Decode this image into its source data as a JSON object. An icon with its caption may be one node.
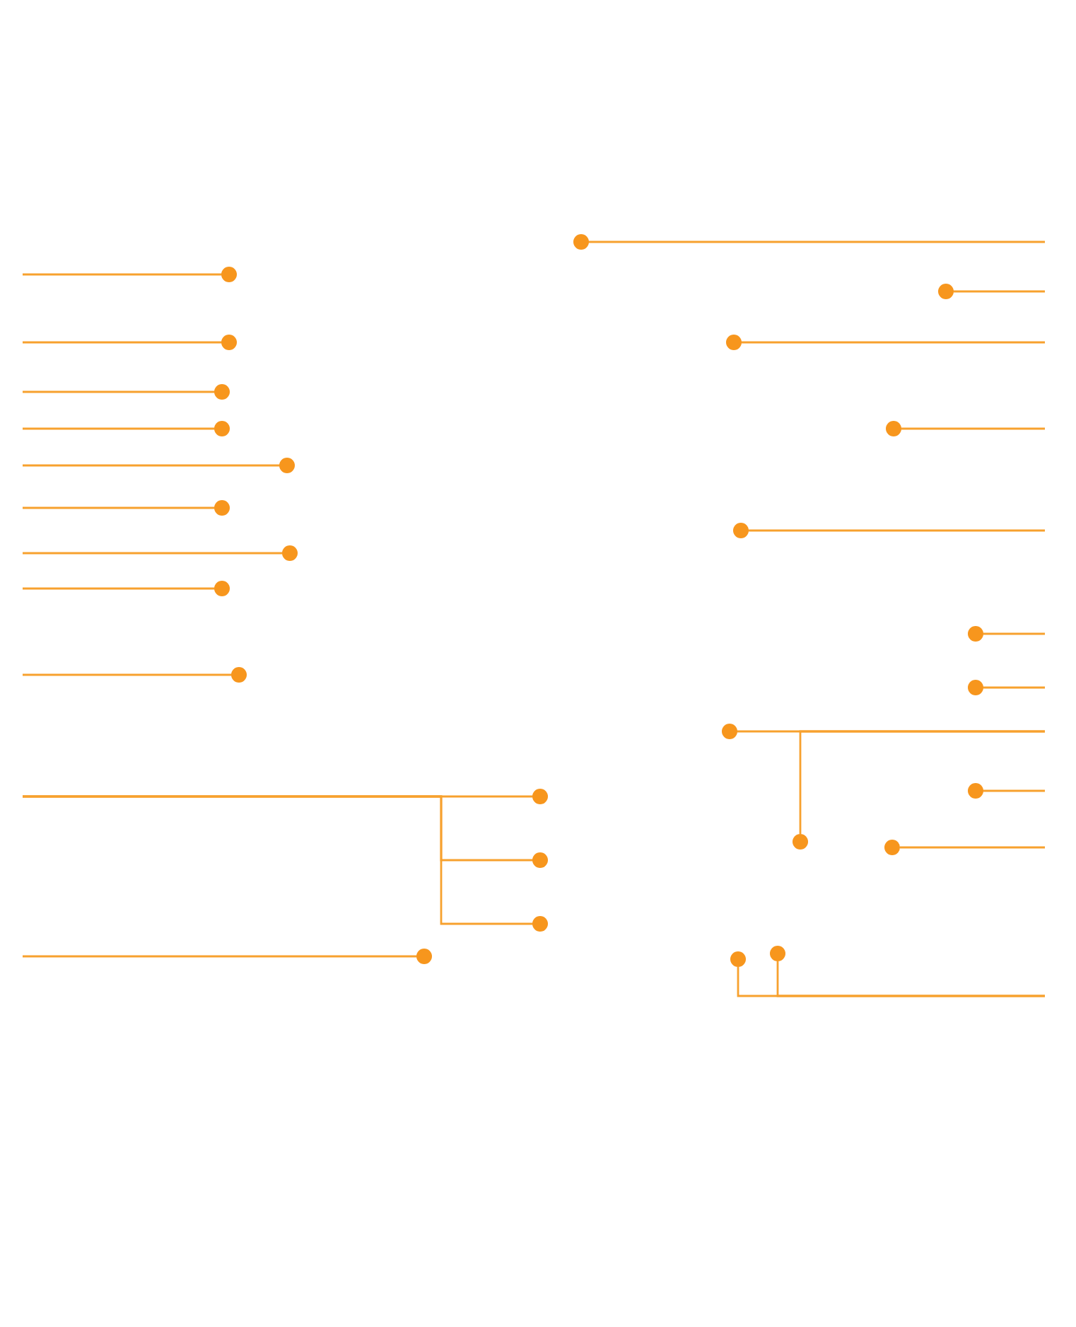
{
  "diagram": {
    "nodes": [
      {
        "text": [],
        "shape": "circle"
      },
      {
        "text": [],
        "shape": "circle"
      },
      {
        "text": [],
        "shape": "circle"
      },
      {
        "text": [],
        "shape": "circle"
      },
      {
        "text": [],
        "shape": "circle"
      },
      {
        "text": [],
        "shape": "circle"
      },
      {
        "text": [],
        "shape": "circle"
      },
      {
        "text": [],
        "shape": "circle"
      },
      {
        "text": [],
        "shape": "circle"
      },
      {
        "text": [],
        "shape": "circle"
      },
      {
        "text": [],
        "shape": "circle"
      },
      {
        "text": [],
        "shape": "circle"
      },
      {
        "text": [],
        "shape": "circle"
      },
      {
        "text": [],
        "shape": "circle"
      },
      {
        "text": [],
        "shape": "circle"
      },
      {
        "text": [],
        "shape": "circle"
      },
      {
        "text": [],
        "shape": "circle"
      },
      {
        "text": [],
        "shape": "circle"
      },
      {
        "text": [],
        "shape": "circle"
      },
      {
        "text": [],
        "shape": "circle"
      },
      {
        "text": [],
        "shape": "circle"
      },
      {
        "text": [],
        "shape": "circle"
      },
      {
        "text": [],
        "shape": "circle"
      },
      {
        "text": [],
        "shape": "circle"
      },
      {
        "text": [],
        "shape": "circle"
      },
      {
        "text": [],
        "shape": "circle"
      }
    ],
    "edges": [
      {
        "from": null,
        "to": 0,
        "arrow": "none"
      },
      {
        "from": null,
        "to": 1,
        "arrow": "none"
      },
      {
        "from": null,
        "to": 2,
        "arrow": "none"
      },
      {
        "from": null,
        "to": 3,
        "arrow": "none"
      },
      {
        "from": null,
        "to": 4,
        "arrow": "none"
      },
      {
        "from": null,
        "to": 5,
        "arrow": "none"
      },
      {
        "from": null,
        "to": 6,
        "arrow": "none"
      },
      {
        "from": null,
        "to": 7,
        "arrow": "none"
      },
      {
        "from": null,
        "to": 8,
        "arrow": "none"
      },
      {
        "from": null,
        "to": 9,
        "arrow": "none"
      },
      {
        "from": null,
        "to": 10,
        "arrow": "none"
      },
      {
        "from": null,
        "to": 11,
        "arrow": "none"
      },
      {
        "from": null,
        "to": 12,
        "arrow": "none"
      },
      {
        "from": null,
        "to": 13,
        "arrow": "none"
      },
      {
        "from": null,
        "to": 14,
        "arrow": "none"
      },
      {
        "from": null,
        "to": 15,
        "arrow": "none"
      },
      {
        "from": null,
        "to": 16,
        "arrow": "none"
      },
      {
        "from": null,
        "to": 17,
        "arrow": "none"
      },
      {
        "from": null,
        "to": 18,
        "arrow": "none"
      },
      {
        "from": null,
        "to": 19,
        "arrow": "none"
      },
      {
        "from": null,
        "to": 20,
        "arrow": "none"
      },
      {
        "from": null,
        "to": 21,
        "arrow": "none"
      },
      {
        "from": null,
        "to": 22,
        "arrow": "none"
      },
      {
        "from": null,
        "to": 23,
        "arrow": "none"
      },
      {
        "from": null,
        "to": 24,
        "arrow": "none"
      },
      {
        "from": null,
        "to": 25,
        "arrow": "none"
      }
    ]
  }
}
